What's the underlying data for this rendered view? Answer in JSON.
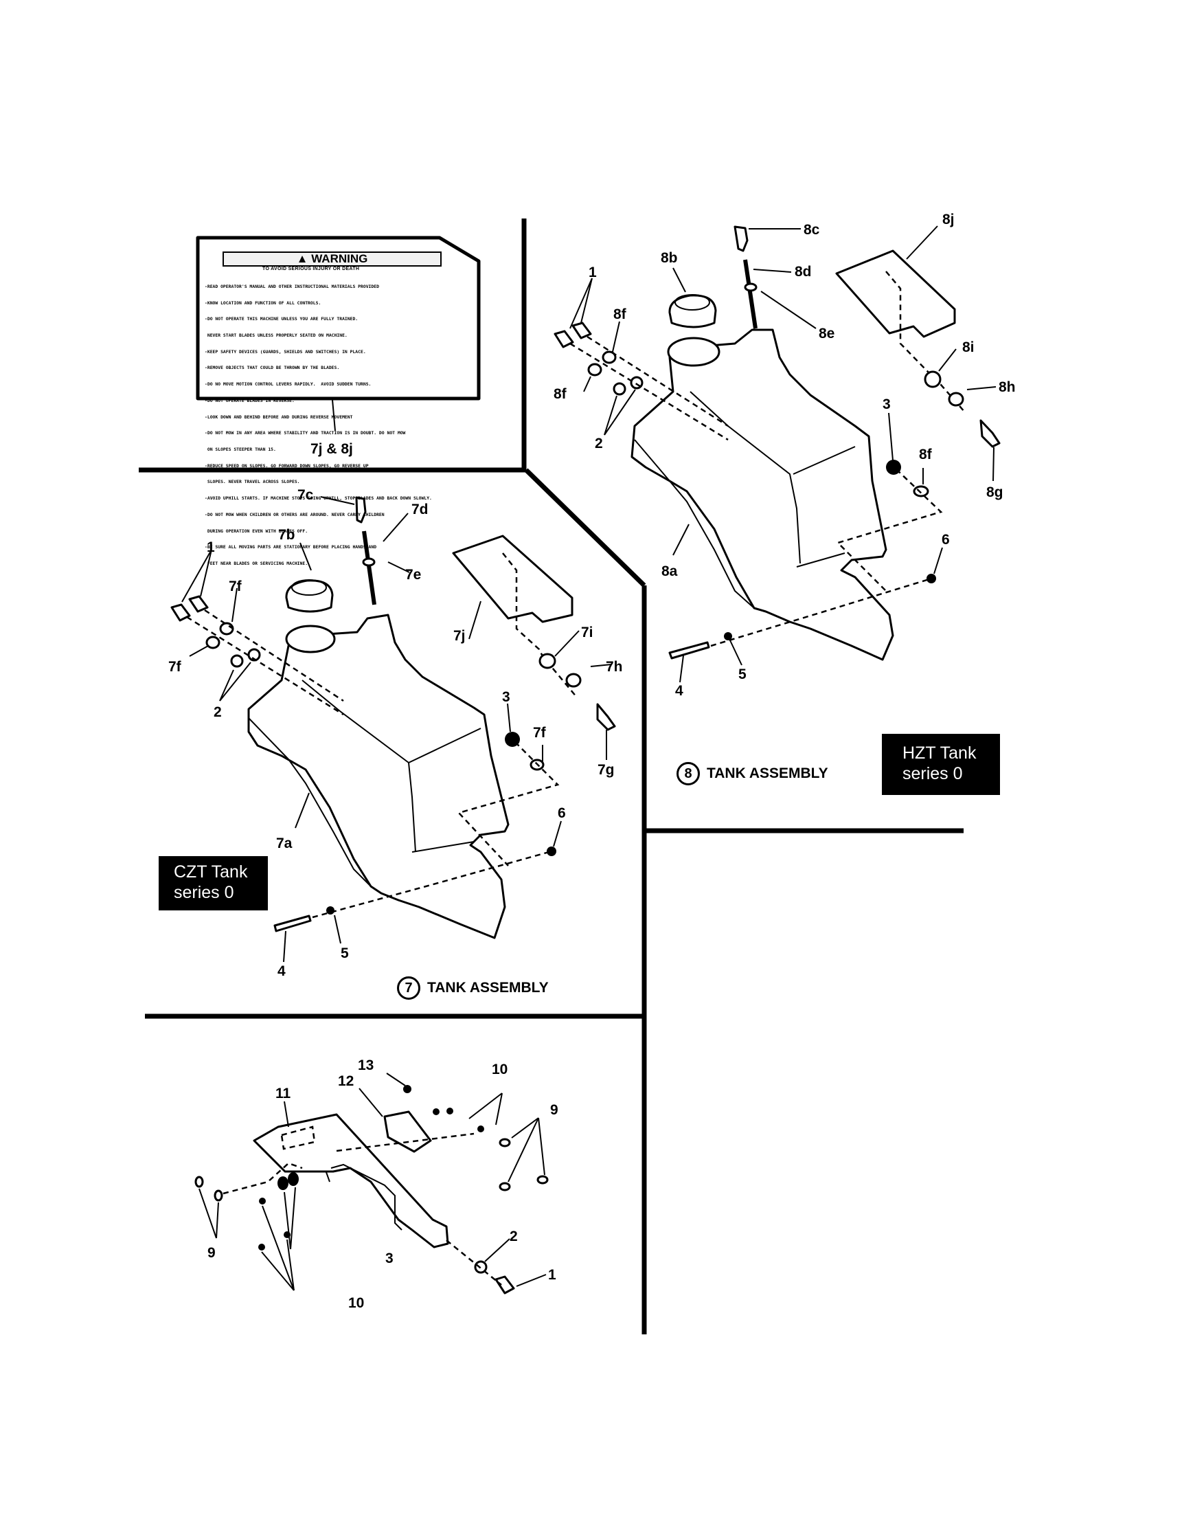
{
  "decal": {
    "title": "WARNING",
    "subtitle": "TO AVOID SERIOUS INJURY OR DEATH",
    "lines": [
      "-READ OPERATOR'S MANUAL AND OTHER INSTRUCTIONAL MATERIALS PROVIDED",
      "-KNOW LOCATION AND FUNCTION OF ALL CONTROLS.",
      "-DO NOT OPERATE THIS MACHINE UNLESS YOU ARE FULLY TRAINED.",
      " NEVER START BLADES UNLESS PROPERLY SEATED ON MACHINE.",
      "-KEEP SAFETY DEVICES (GUARDS, SHIELDS AND SWITCHES) IN PLACE.",
      "-REMOVE OBJECTS THAT COULD BE THROWN BY THE BLADES.",
      "-DO NO MOVE MOTION CONTROL LEVERS RAPIDLY.  AVOID SUDDEN TURNS.",
      "-DO NOT OPERATE BLADES IN REVERSE.",
      "-LOOK DOWN AND BEHIND BEFORE AND DURING REVERSE MOVEMENT",
      "-DO NOT MOW IN ANY AREA WHERE STABILITY AND TRACTION IS IN DOUBT. DO NOT MOW",
      " ON SLOPES STEEPER THAN 15.",
      "-REDUCE SPEED ON SLOPES. GO FORWARD DOWN SLOPES, GO REVERSE UP",
      " SLOPES. NEVER TRAVEL ACROSS SLOPES.",
      "-AVOID UPHILL STARTS. IF MACHINE STOPS GOING UPHILL, STOP BLADES AND BACK DOWN SLOWLY.",
      "-DO NOT MOW WHEN CHILDREN OR OTHERS ARE AROUND. NEVER CARRY CHILDREN",
      " DURING OPERATION EVEN WITH BLADES OFF.",
      "-BE SURE ALL MOVING PARTS ARE STATIONARY BEFORE PLACING HANDS AND",
      " FEET NEAR BLADES OR SERVICING MACHINE."
    ],
    "callout": "7j & 8j"
  },
  "assembly8": {
    "number": "8",
    "title": "TANK ASSEMBLY",
    "badge_line1": "HZT Tank",
    "badge_line2": "series 0",
    "callouts": {
      "c1": "1",
      "c8b": "8b",
      "c8c": "8c",
      "c8d": "8d",
      "c8e": "8e",
      "c8f_top": "8f",
      "c8f_left": "8f",
      "c2": "2",
      "c8j": "8j",
      "c8i": "8i",
      "c8h": "8h",
      "c8g": "8g",
      "c3": "3",
      "c8f_right": "8f",
      "c6": "6",
      "c8a": "8a",
      "c4": "4",
      "c5": "5"
    }
  },
  "assembly7": {
    "number": "7",
    "title": "TANK ASSEMBLY",
    "badge_line1": "CZT Tank",
    "badge_line2": "series 0",
    "callouts": {
      "c7c": "7c",
      "c7d": "7d",
      "c7b": "7b",
      "c7e": "7e",
      "c1": "1",
      "c7f_top": "7f",
      "c7f_left": "7f",
      "c2": "2",
      "c7j": "7j",
      "c7i": "7i",
      "c7h": "7h",
      "c3": "3",
      "c7f_right": "7f",
      "c7g": "7g",
      "c6": "6",
      "c7a": "7a",
      "c4": "4",
      "c5": "5"
    }
  },
  "bracket": {
    "callouts": {
      "c13": "13",
      "c12": "12",
      "c11": "11",
      "c10_top": "10",
      "c9_right": "9",
      "c9_left": "9",
      "c3": "3",
      "c2": "2",
      "c1": "1",
      "c10_bottom": "10"
    }
  }
}
